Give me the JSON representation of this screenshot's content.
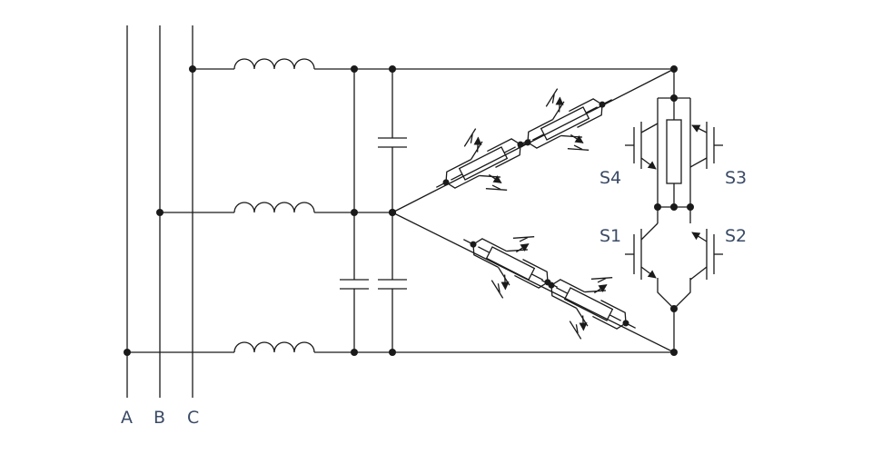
{
  "phases": [
    {
      "label": "A"
    },
    {
      "label": "B"
    },
    {
      "label": "C"
    }
  ],
  "switches": [
    {
      "label": "S4"
    },
    {
      "label": "S3"
    },
    {
      "label": "S1"
    },
    {
      "label": "S2"
    }
  ],
  "colors": {
    "line": "#1a1a1a",
    "label": "#3a4a66",
    "background": "#ffffff"
  }
}
